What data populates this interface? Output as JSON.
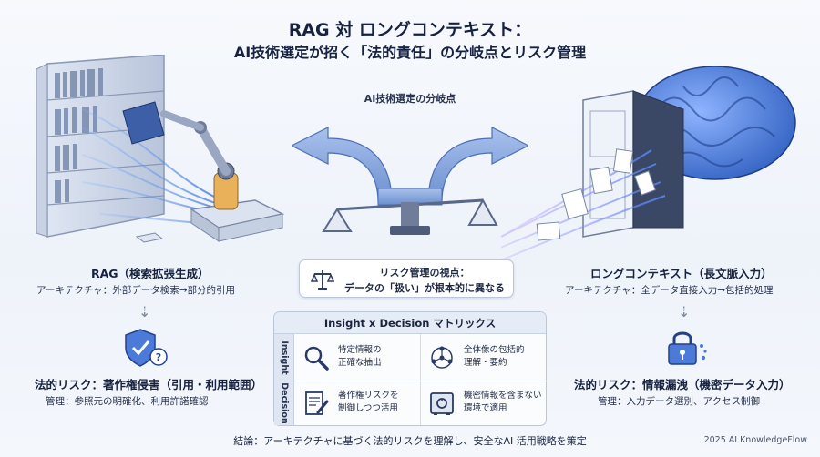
{
  "title": {
    "line1": "RAG 対 ロングコンテキスト：",
    "line2": "AI技術選定が招く「法的責任」の分岐点とリスク管理"
  },
  "fork_label": "AI技術選定の分岐点",
  "left": {
    "title": "RAG（検索拡張生成）",
    "architecture": "アーキテクチャ：外部データ検索→部分的引用",
    "risk_title": "法的リスク：著作権侵害（引用・利用範囲）",
    "management": "管理：参照元の明確化、利用許諾確認"
  },
  "right": {
    "title": "ロングコンテキスト（長文脈入力）",
    "architecture": "アーキテクチャ：全データ直接入力→包括的処理",
    "risk_title": "法的リスク：情報漏洩（機密データ入力）",
    "management": "管理：入力データ選別、アクセス制御"
  },
  "risk_view": {
    "line1": "リスク管理の視点：",
    "line2": "データの「扱い」が根本的に異なる"
  },
  "matrix": {
    "title": "Insight x Decision マトリックス",
    "rows": [
      "Insight",
      "Decision"
    ],
    "cells": {
      "insight_left": [
        "特定情報の",
        "正確な抽出"
      ],
      "insight_right": [
        "全体像の包括的",
        "理解・要約"
      ],
      "decision_left": [
        "著作権リスクを",
        "制御しつつ活用"
      ],
      "decision_right": [
        "機密情報を含まない",
        "環境で適用"
      ]
    }
  },
  "conclusion": "結論：アーキテクチャに基づく法的リスクを理解し、安全なAI 活用戦略を策定",
  "footer": "2025 AI KnowledgeFlow",
  "icons": {
    "left_robot": "robot-arm-library-icon",
    "right_brain": "brain-door-icon",
    "fork": "fork-arrow-icon",
    "balance": "balance-scale-icon",
    "shield": "shield-check-icon",
    "lock": "lock-leak-icon",
    "magnifier": "magnifier-icon",
    "network": "network-icon",
    "document_pen": "document-pen-icon",
    "safe": "safe-icon"
  },
  "colors": {
    "accent_blue": "#3b6fd8",
    "dark_navy": "#16223f",
    "panel_border": "#b9c6dc"
  }
}
